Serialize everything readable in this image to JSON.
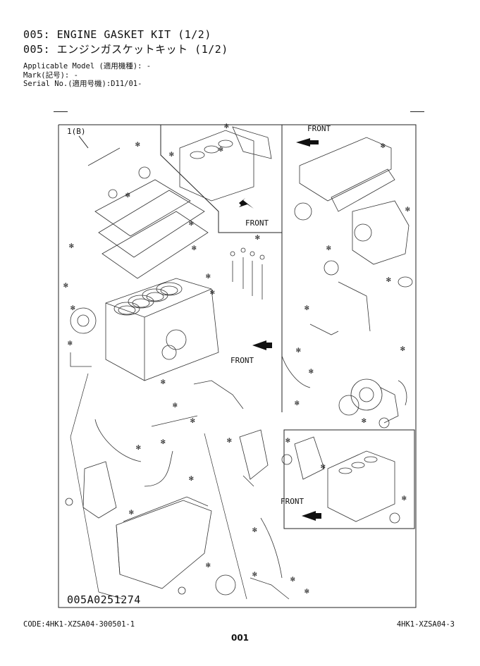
{
  "header": {
    "title_en": "005: ENGINE GASKET KIT (1/2)",
    "title_jp": "005: エンジンガスケットキット (1/2)",
    "applicable_model": "Applicable Model (適用機種): -",
    "mark": "Mark(記号): -",
    "serial_no": "Serial No.(適用号機):D11/01-"
  },
  "diagram": {
    "part_ref": "1(B)",
    "front_labels": [
      "FRONT",
      "FRONT",
      "FRONT",
      "FRONT"
    ],
    "figure_code": "005A0251274"
  },
  "footer": {
    "code": "CODE:4HK1-XZSA04-300501-1",
    "model_code": "4HK1-XZSA04-3",
    "page_number": "001"
  }
}
